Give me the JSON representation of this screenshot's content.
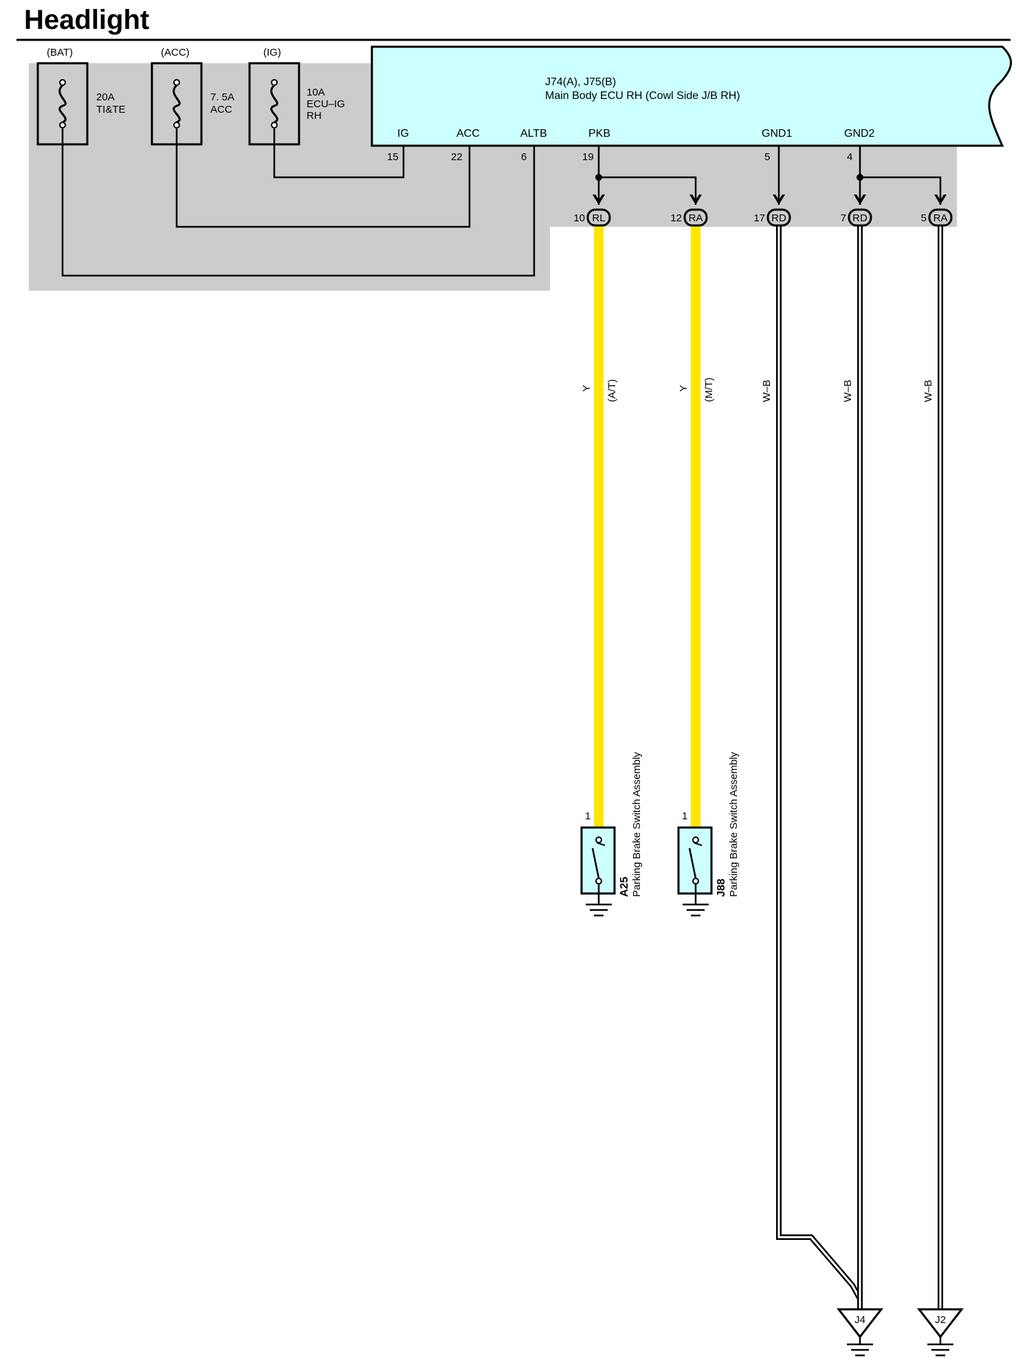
{
  "title": "Headlight",
  "ecu": {
    "connectors": "J74(A), J75(B)",
    "name": "Main Body ECU RH (Cowl Side J/B RH)",
    "terminals": [
      {
        "name": "IG",
        "pin": "15"
      },
      {
        "name": "ACC",
        "pin": "22"
      },
      {
        "name": "ALTB",
        "pin": "6"
      },
      {
        "name": "PKB",
        "pin": "19"
      },
      {
        "name": "GND1",
        "pin": "5"
      },
      {
        "name": "GND2",
        "pin": "4"
      }
    ],
    "colors": {
      "fill": "#ccffff",
      "junction_block": "#cccccc"
    }
  },
  "fuses": [
    {
      "source": "(BAT)",
      "rating": "20A",
      "name": "TI&TE"
    },
    {
      "source": "(ACC)",
      "rating": "7. 5A",
      "name": "ACC"
    },
    {
      "source": "(IG)",
      "rating": "10A",
      "name": "ECU–IG",
      "name2": "RH"
    }
  ],
  "connectors": [
    {
      "pin": "10",
      "code": "RL"
    },
    {
      "pin": "12",
      "code": "RA"
    },
    {
      "pin": "17",
      "code": "RD"
    },
    {
      "pin": "7",
      "code": "RD"
    },
    {
      "pin": "5",
      "code": "RA"
    }
  ],
  "wires": [
    {
      "color_code": "Y",
      "note": "(A/T)",
      "color": "#ffe600"
    },
    {
      "color_code": "Y",
      "note": "(M/T)",
      "color": "#ffe600"
    },
    {
      "color_code": "W–B",
      "note": ""
    },
    {
      "color_code": "W–B",
      "note": ""
    },
    {
      "color_code": "W–B",
      "note": ""
    }
  ],
  "switches": [
    {
      "id": "A25",
      "name": "Parking Brake Switch Assembly",
      "pin": "1"
    },
    {
      "id": "J88",
      "name": "Parking Brake Switch Assembly",
      "pin": "1"
    }
  ],
  "grounds": [
    {
      "id": "J4"
    },
    {
      "id": "J2"
    }
  ]
}
